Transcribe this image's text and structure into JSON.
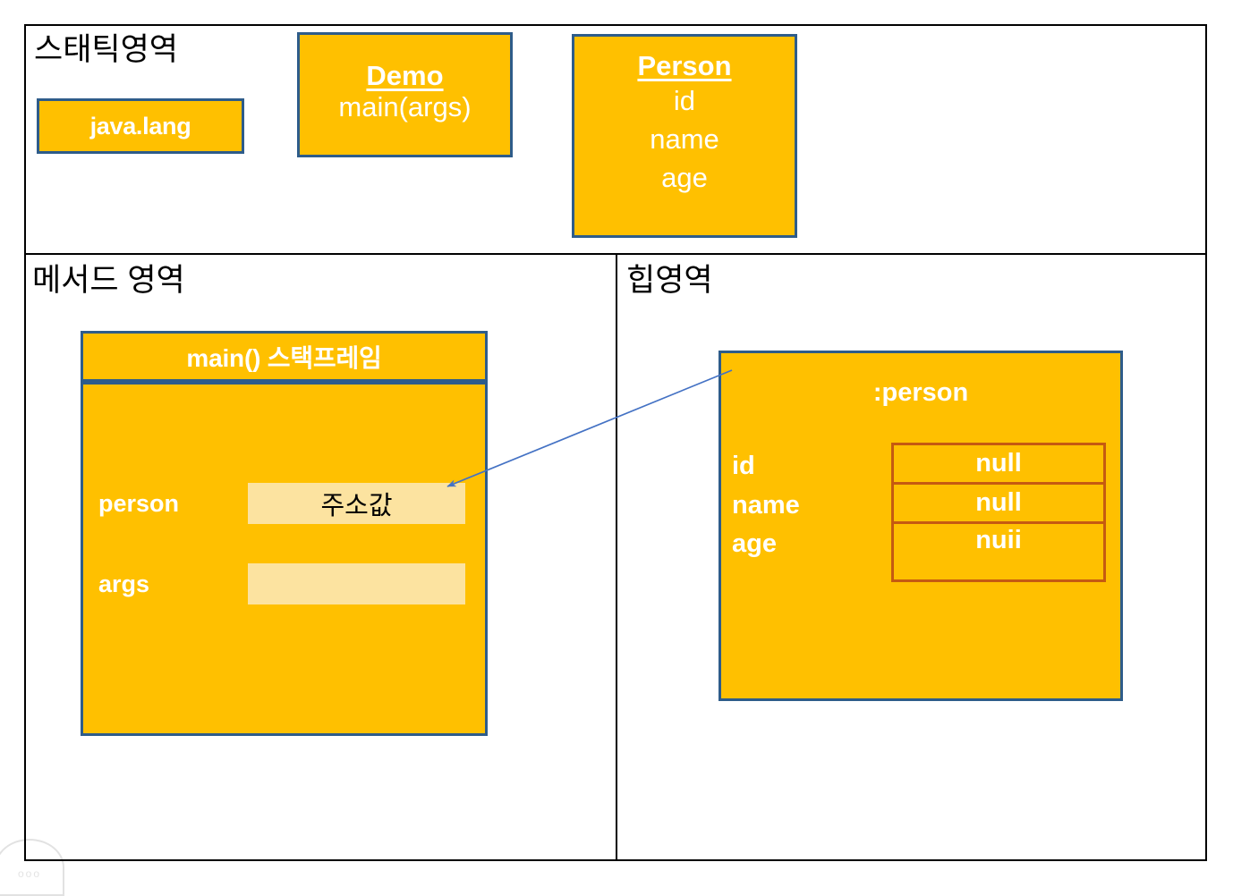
{
  "diagram": {
    "title_static": "스태틱영역",
    "title_method": "메서드 영역",
    "title_heap": "힙영역"
  },
  "static_area": {
    "package_box": {
      "label": "java.lang"
    },
    "demo_class": {
      "name": "Demo",
      "members": [
        "main(args)"
      ]
    },
    "person_class": {
      "name": "Person",
      "fields": [
        "id",
        "name",
        "age"
      ]
    }
  },
  "method_area": {
    "stack_frame": {
      "header": "main() 스택프레임",
      "slots": [
        {
          "name": "person",
          "value": "주소값"
        },
        {
          "name": "args",
          "value": ""
        }
      ]
    }
  },
  "heap_area": {
    "object": {
      "title": ":person",
      "fields": [
        "id",
        "name",
        "age"
      ],
      "values": [
        "null",
        "null",
        "nuii"
      ]
    }
  },
  "arrow": {
    "label": "reference-arrow",
    "from": "heap-person-object",
    "to": "stack-person-value"
  },
  "colors": {
    "box_fill": "#FFC000",
    "box_border": "#2E5C8A",
    "value_fill": "#FCE3A0",
    "value_border": "#C55A11",
    "arrow": "#4472C4",
    "frame": "#000000",
    "text_on_box": "#FFFFFF"
  },
  "watermark": {
    "text": "ooo"
  }
}
